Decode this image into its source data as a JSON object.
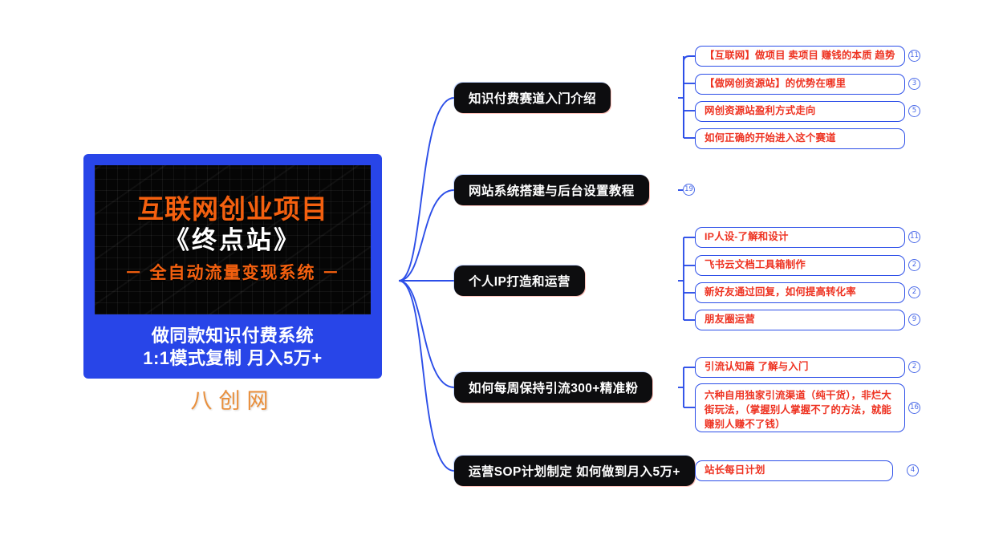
{
  "center": {
    "art_line1": "互联网创业项目",
    "art_line2": "《终点站》",
    "art_line3": "－ 全自动流量变现系统 －",
    "sub_line1": "做同款知识付费系统",
    "sub_line2": "1:1模式复制  月入5万+",
    "watermark": "八创网",
    "colors": {
      "panel_blue": "#2845e8",
      "art_orange": "#f4600f",
      "art_white": "#ffffff",
      "watermark_orange": "#e8862c"
    }
  },
  "style_colors": {
    "branch_bg": "#0d0d0f",
    "branch_text": "#ffffff",
    "leaf_border": "#2c4ee8",
    "leaf_text": "#ee3322",
    "badge_color": "#4a6ae8",
    "wire_color": "#2c4ee8",
    "canvas": "#ffffff"
  },
  "branches": [
    {
      "label": "知识付费赛道入门介绍",
      "badge": "",
      "leaves": [
        {
          "text": "【互联网】做项目 卖项目 赚钱的本质 趋势",
          "badge": "11"
        },
        {
          "text": "【做网创资源站】的优势在哪里",
          "badge": "3"
        },
        {
          "text": "网创资源站盈利方式走向",
          "badge": "5"
        },
        {
          "text": "如何正确的开始进入这个赛道",
          "badge": ""
        }
      ]
    },
    {
      "label": "网站系统搭建与后台设置教程",
      "badge": "19",
      "leaves": []
    },
    {
      "label": "个人IP打造和运营",
      "badge": "",
      "leaves": [
        {
          "text": "IP人设-了解和设计",
          "badge": "11"
        },
        {
          "text": "飞书云文档工具箱制作",
          "badge": "2"
        },
        {
          "text": "新好友通过回复，如何提高转化率",
          "badge": "2"
        },
        {
          "text": "朋友圈运营",
          "badge": "9"
        }
      ]
    },
    {
      "label": "如何每周保持引流300+精准粉",
      "badge": "",
      "leaves": [
        {
          "text": "引流认知篇  了解与入门",
          "badge": "2"
        },
        {
          "text": "六种自用独家引流渠道（纯干货），非烂大街玩法，（掌握别人掌握不了的方法，就能赚别人赚不了钱）",
          "badge": "16"
        }
      ]
    },
    {
      "label": "运营SOP计划制定 如何做到月入5万+",
      "badge": "",
      "leaves": [
        {
          "text": "站长每日计划",
          "badge": "4"
        }
      ]
    }
  ]
}
